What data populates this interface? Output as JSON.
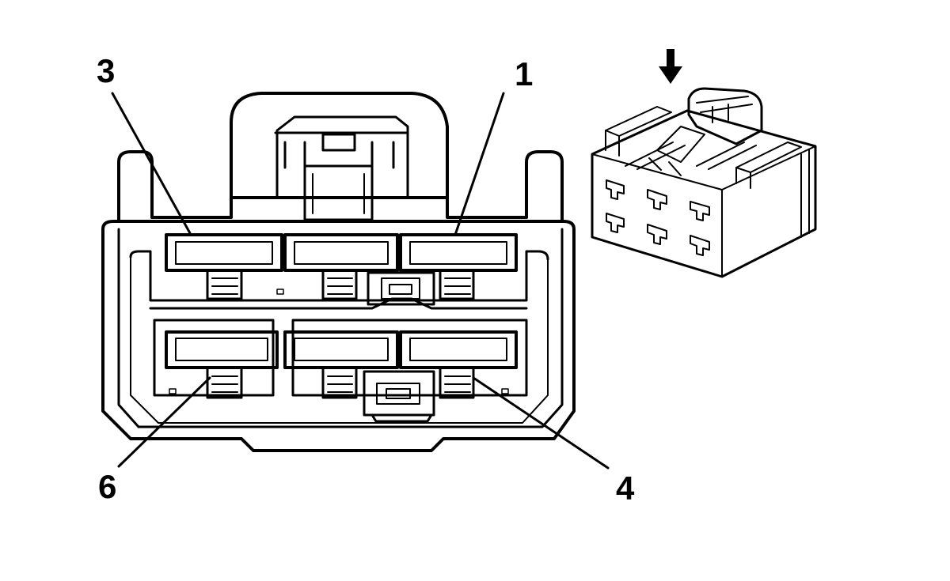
{
  "callouts": {
    "pin_3": "3",
    "pin_1": "1",
    "pin_6": "6",
    "pin_4": "4"
  },
  "icons": {
    "insertion_arrow": "arrow-down-icon"
  },
  "colors": {
    "line": "#000000",
    "background": "#ffffff"
  }
}
